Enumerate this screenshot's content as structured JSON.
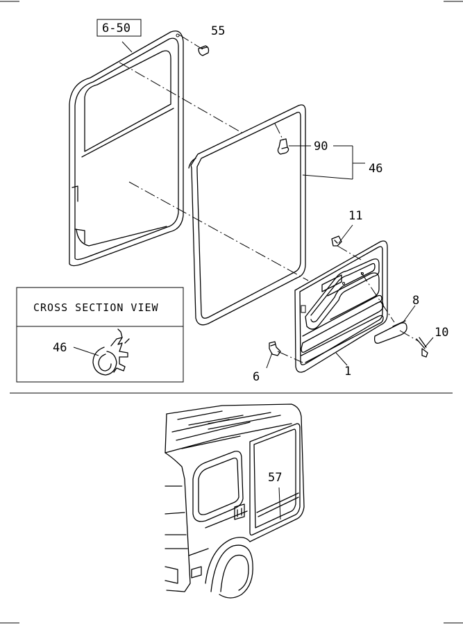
{
  "ref_box": "6-50",
  "callouts": {
    "c55": "55",
    "c90": "90",
    "c46": "46",
    "c11": "11",
    "c8": "8",
    "c10": "10",
    "c6": "6",
    "c1": "1",
    "c57": "57"
  },
  "cross_section": {
    "title": "CROSS SECTION VIEW",
    "callout": "46"
  }
}
